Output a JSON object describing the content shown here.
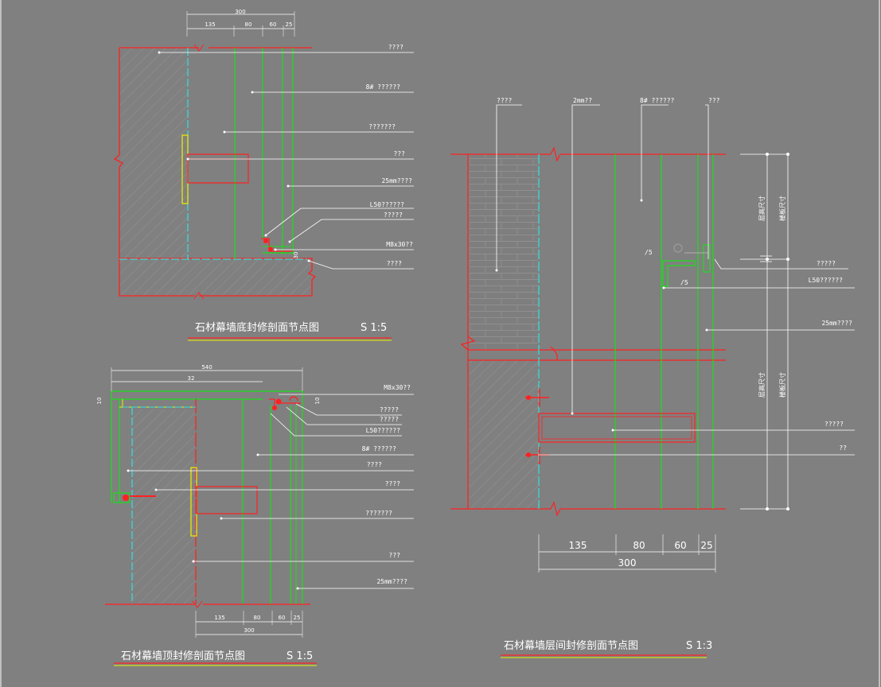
{
  "drawing_colors": {
    "background": "#808080",
    "red": "#ff2020",
    "green": "#18e018",
    "cyan": "#30e0e0",
    "yellow": "#f0f000",
    "white": "#ffffff",
    "hatch": "#9a9a9a"
  },
  "bottom_detail": {
    "title": "石材幕墙底封修剖面节点图",
    "scale": "S 1:5",
    "dim_total": "300",
    "dims": [
      "135",
      "80",
      "60",
      "25"
    ],
    "side_dim": "30",
    "labels": [
      "????",
      "8# ??????",
      "???????",
      "???",
      "25mm????",
      "L50??????",
      "?????",
      "M8x30??",
      "????"
    ]
  },
  "top_detail": {
    "title": "石材幕墙顶封修剖面节点图",
    "scale": "S 1:5",
    "dim_top": "540",
    "dim_top_sub": "32",
    "side_dim_a": "10",
    "side_dim_b": "10",
    "dim_total": "300",
    "dims": [
      "135",
      "80",
      "60",
      "25"
    ],
    "labels": [
      "M8x30??",
      "?????",
      "?????",
      "L50??????",
      "8# ??????",
      "????",
      "????",
      "???????",
      "???",
      "25mm????"
    ]
  },
  "interfloor_detail": {
    "title": "石材幕墙层间封修剖面节点图",
    "scale": "S 1:3",
    "top_labels": [
      "????",
      "2mm??",
      "8# ??????",
      "???"
    ],
    "right_labels": [
      "?????",
      "L50??????",
      "25mm????",
      "?????",
      "??"
    ],
    "angle_a": "/5",
    "angle_b": "/5",
    "vdims": [
      "层高尺寸",
      "楼板尺寸",
      "层高尺寸",
      "楼板尺寸"
    ],
    "dim_total": "300",
    "dims": [
      "135",
      "80",
      "60",
      "25"
    ]
  }
}
